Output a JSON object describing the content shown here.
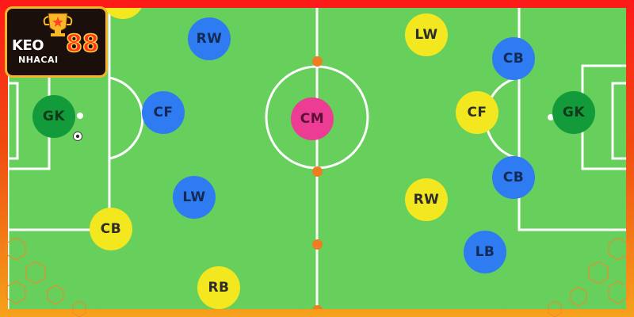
{
  "brand": {
    "logo_top": "KEO",
    "logo_sub": "NHACAI",
    "logo_num": "88"
  },
  "players": [
    {
      "label": "RW",
      "team": "blue"
    },
    {
      "label": "CF",
      "team": "blue"
    },
    {
      "label": "GK",
      "team": "blue-gk"
    },
    {
      "label": "LW",
      "team": "blue"
    },
    {
      "label": "CB",
      "team": "yellow"
    },
    {
      "label": "RB",
      "team": "yellow"
    },
    {
      "label": "CM",
      "team": "pink"
    },
    {
      "label": "LW",
      "team": "yellow"
    },
    {
      "label": "CB",
      "team": "blue"
    },
    {
      "label": "CF",
      "team": "yellow"
    },
    {
      "label": "GK",
      "team": "yellow-gk"
    },
    {
      "label": "CB",
      "team": "blue"
    },
    {
      "label": "RW",
      "team": "yellow"
    },
    {
      "label": "LB",
      "team": "blue"
    }
  ],
  "colors": {
    "pitch": "#67cf5c",
    "yellow": "#f3e81f",
    "blue": "#2f7cf2",
    "goalkeeper": "#139a3a",
    "midfield": "#ec3c93",
    "marker": "#ee7d22",
    "frame_top": "#ff1a1a",
    "frame_bottom": "#f6a21c"
  }
}
